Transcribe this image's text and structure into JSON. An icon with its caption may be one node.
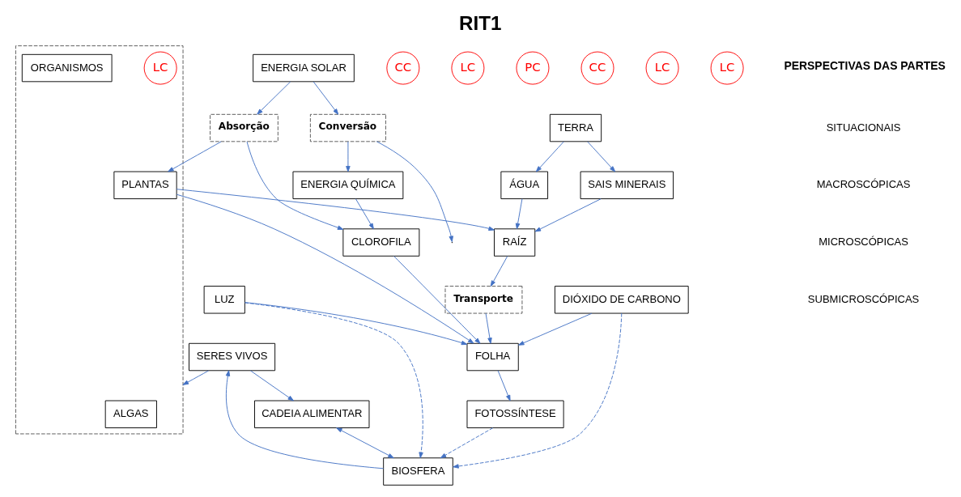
{
  "diagram": {
    "title": "RIT1",
    "nodes": [
      {
        "text": [
          "SERES VIVOS"
        ]
      },
      {
        "text": [
          "CC"
        ]
      },
      {
        "text": [],
        "shape": "box"
      },
      {
        "text": [
          "ALGAS"
        ],
        "in": 2
      },
      {
        "text": [
          "LC"
        ],
        "in": 2
      },
      {
        "text": [
          "ORGANISMOS"
        ],
        "in": 2
      },
      {
        "text": [
          "LC"
        ]
      },
      {
        "text": [
          "PC"
        ]
      },
      {
        "text": [
          "ENERGIA SOLAR"
        ]
      },
      {
        "text": [
          "BIOSFERA"
        ]
      },
      {
        "text": [
          "CADEIA ALIMENTAR"
        ]
      },
      {
        "text": [
          "Absorção"
        ]
      },
      {
        "text": [
          "PLANTAS"
        ],
        "in": 2
      },
      {
        "text": [
          "CC"
        ]
      },
      {
        "text": [
          "LC"
        ]
      },
      {
        "text": [
          "CLOROFILA"
        ]
      },
      {
        "text": [
          "Conversão"
        ]
      },
      {
        "text": [
          "LUZ"
        ]
      },
      {
        "text": [
          "FOTOSSÍNTESE"
        ]
      },
      {
        "text": [
          "FOLHA"
        ]
      },
      {
        "text": [
          "LC"
        ]
      },
      {
        "text": [
          "RAÍZ"
        ]
      },
      {
        "text": [
          "Transporte"
        ]
      },
      {
        "text": [
          "DIÓXIDO DE CARBONO"
        ]
      },
      {
        "text": [
          "ENERGIA QUÍMICA"
        ]
      },
      {
        "text": [
          "ÁGUA"
        ]
      },
      {
        "text": [
          "SAIS MINERAIS"
        ]
      },
      {
        "text": [
          "TERRA"
        ]
      }
    ],
    "edges": [
      {
        "from": 9,
        "to": 0,
        "arrow": "to"
      },
      {
        "from": 0,
        "to": 10,
        "arrow": "to"
      },
      {
        "from": 0,
        "to": 2,
        "arrow": "to"
      },
      {
        "from": 10,
        "to": 9,
        "arrow": "both"
      },
      {
        "from": 23,
        "to": 9,
        "arrow": "to",
        "style": "dashed"
      },
      {
        "from": 17,
        "to": 9,
        "arrow": "to",
        "style": "dashed"
      },
      {
        "from": 18,
        "to": 9,
        "arrow": "to",
        "style": "dashed"
      },
      {
        "from": 17,
        "to": 19,
        "arrow": "to"
      },
      {
        "from": 19,
        "to": 18,
        "arrow": "to"
      },
      {
        "from": 12,
        "to": 19,
        "arrow": "to"
      },
      {
        "from": 12,
        "to": 21,
        "arrow": "to"
      },
      {
        "from": 11,
        "to": 12,
        "arrow": "to"
      },
      {
        "from": 15,
        "to": 19,
        "arrow": "to"
      },
      {
        "from": 23,
        "to": 19,
        "arrow": "to"
      },
      {
        "from": 22,
        "to": 19,
        "arrow": "to"
      },
      {
        "from": 21,
        "to": 22,
        "arrow": "to"
      },
      {
        "from": 25,
        "to": 21,
        "arrow": "to"
      },
      {
        "from": 26,
        "to": 21,
        "arrow": "to"
      },
      {
        "from": 27,
        "to": 25,
        "arrow": "to"
      },
      {
        "from": 27,
        "to": 26,
        "arrow": "to"
      },
      {
        "from": 8,
        "to": 11,
        "arrow": "to"
      },
      {
        "from": 8,
        "to": 16,
        "arrow": "to"
      },
      {
        "from": 11,
        "to": 15,
        "arrow": "to"
      },
      {
        "from": 16,
        "to": 24,
        "arrow": "to"
      },
      {
        "from": 16,
        "to": null,
        "arrow": "to"
      },
      {
        "from": 24,
        "to": 15,
        "arrow": "to"
      }
    ],
    "labels": [
      "PERSPECTIVAS DAS PARTES",
      "SITUACIONAIS",
      "MACROSCÓPICAS",
      "MICROSCÓPICAS",
      "SUBMICROSCÓPICAS"
    ]
  }
}
